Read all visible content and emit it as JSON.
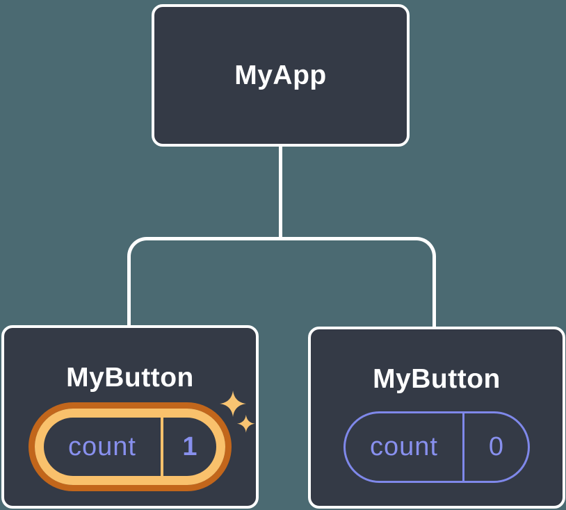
{
  "colors": {
    "background": "#4b6a72",
    "node_fill": "#343a46",
    "node_border": "#ffffff",
    "connector": "#ffffff",
    "state_text": "#8890ee",
    "state_pill_border": "#7f88ea",
    "highlight_ring_outer": "#c2661b",
    "highlight_ring_inner": "#f9c16c",
    "sparkle": "#f8c472"
  },
  "tree": {
    "root": {
      "label": "MyApp"
    },
    "children": [
      {
        "label": "MyButton",
        "highlighted": true,
        "state": {
          "key": "count",
          "value": "1"
        }
      },
      {
        "label": "MyButton",
        "highlighted": false,
        "state": {
          "key": "count",
          "value": "0"
        }
      }
    ]
  }
}
